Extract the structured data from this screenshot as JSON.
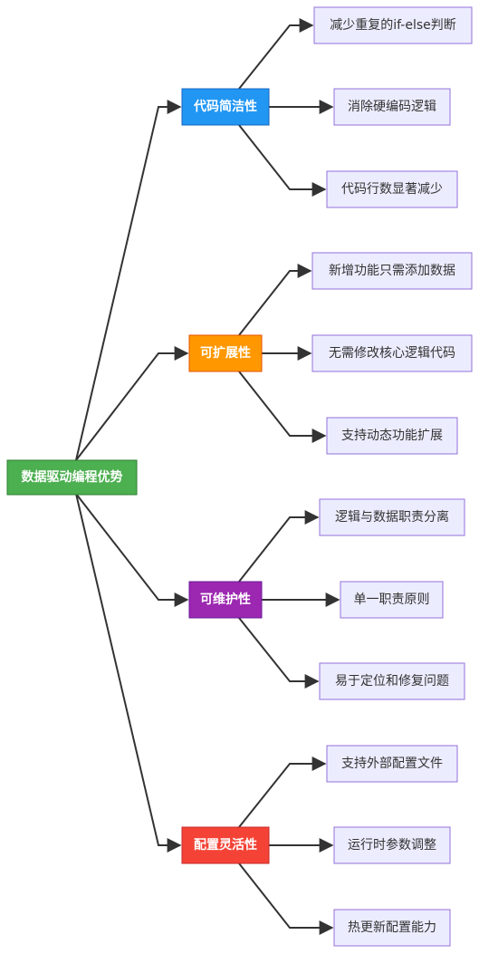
{
  "root": {
    "label": "数据驱动编程优势",
    "color": "#4CAF50"
  },
  "branches": [
    {
      "label": "代码简洁性",
      "color": "#2196F3",
      "children": [
        "减少重复的if-else判断",
        "消除硬编码逻辑",
        "代码行数显著减少"
      ]
    },
    {
      "label": "可扩展性",
      "color": "#FF9800",
      "children": [
        "新增功能只需添加数据",
        "无需修改核心逻辑代码",
        "支持动态功能扩展"
      ]
    },
    {
      "label": "可维护性",
      "color": "#9C27B0",
      "children": [
        "逻辑与数据职责分离",
        "单一职责原则",
        "易于定位和修复问题"
      ]
    },
    {
      "label": "配置灵活性",
      "color": "#F44336",
      "children": [
        "支持外部配置文件",
        "运行时参数调整",
        "热更新配置能力"
      ]
    }
  ],
  "leaf_style": {
    "fill": "#ECECFF",
    "stroke": "#9370DB",
    "text_color": "#333333"
  },
  "edge_color": "#333333"
}
